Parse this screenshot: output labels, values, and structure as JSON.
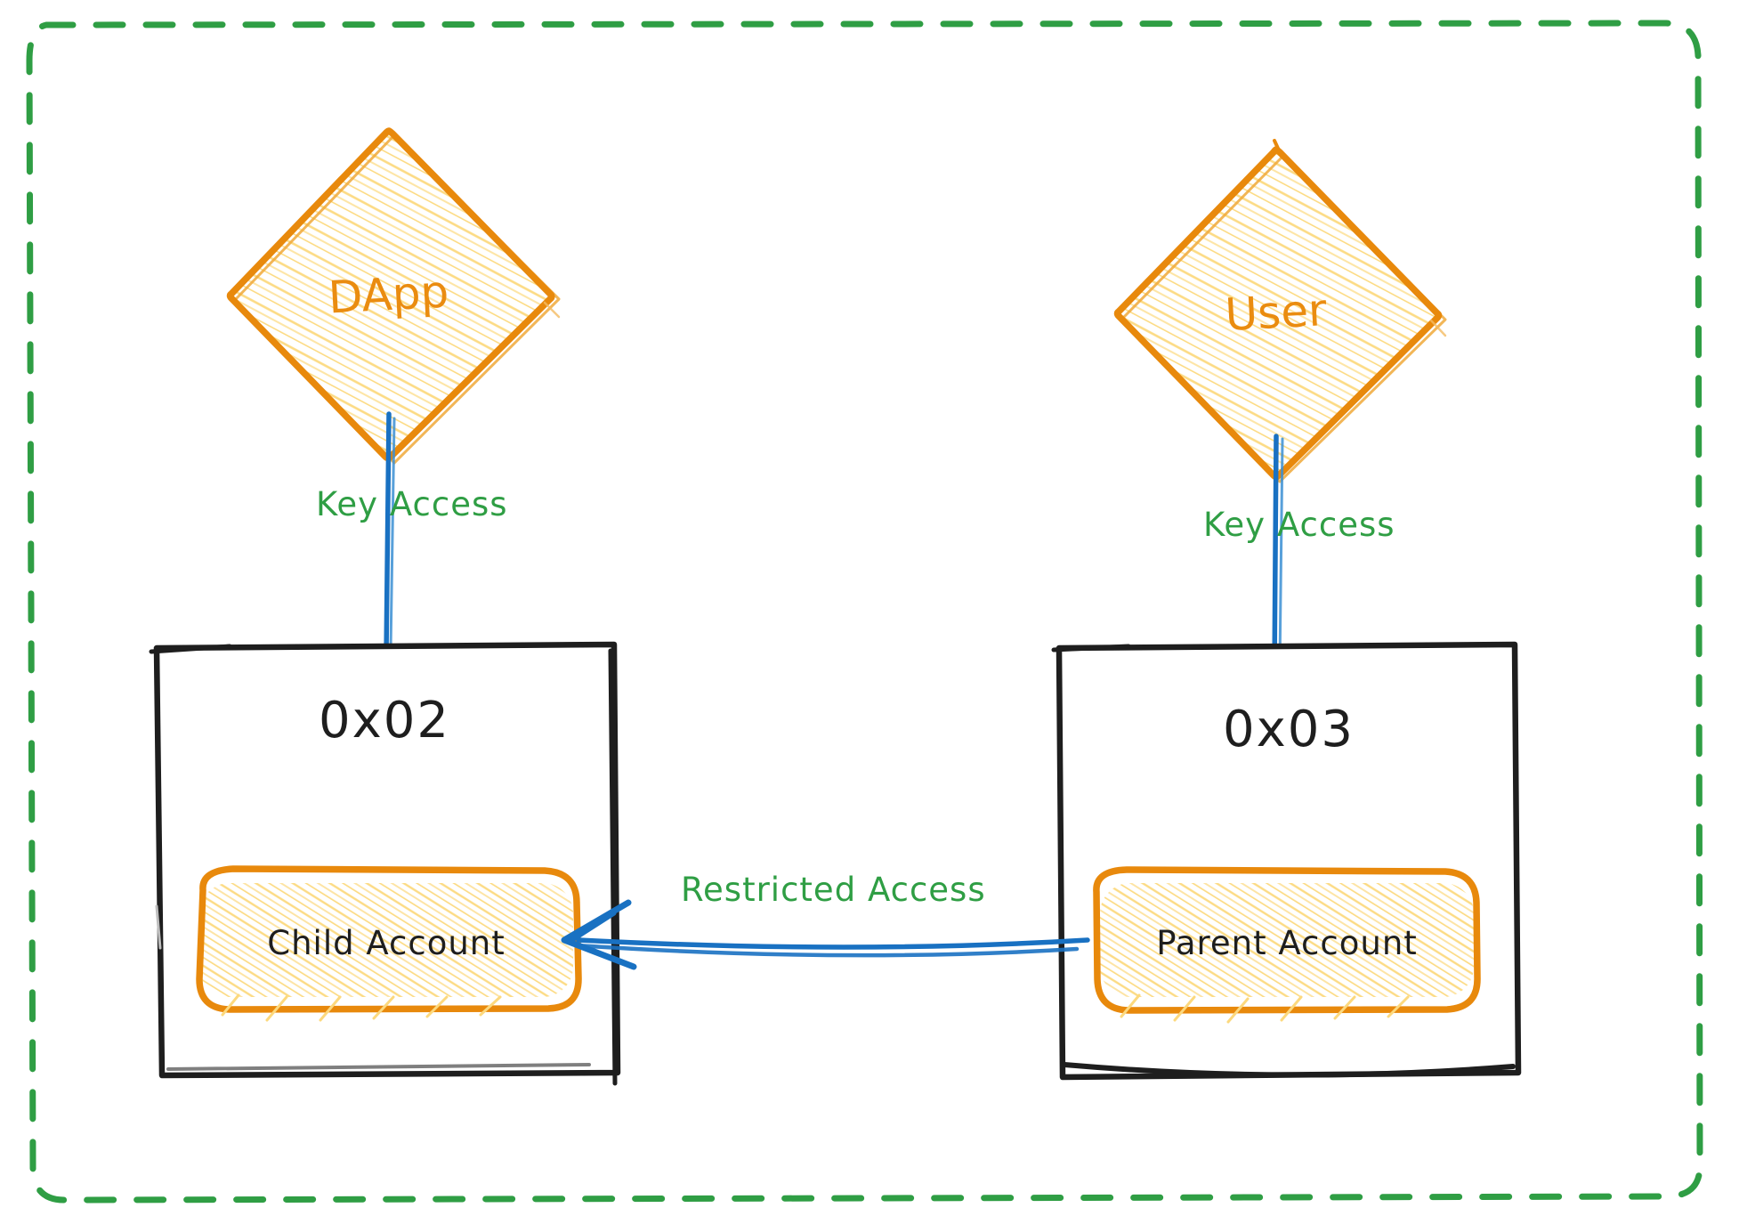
{
  "diagram": {
    "type": "hand-drawn-architecture-diagram",
    "title": "",
    "background_color": "#ffffff",
    "boundary": {
      "name": "outer-dashed-boundary",
      "style": "dashed-rounded-rectangle",
      "color": "#2f9e44"
    },
    "colors": {
      "orange_stroke": "#e8890c",
      "orange_text": "#ea8c10",
      "yellow_hatch": "#fcd97e",
      "green_label": "#2f9e44",
      "blue_arrow": "#1971c2",
      "black_stroke": "#1e1e1e"
    },
    "nodes": [
      {
        "id": "dapp",
        "label": "DApp",
        "shape": "diamond",
        "fill": "hatched-yellow",
        "stroke": "#e8890c",
        "text_color": "#ea8c10"
      },
      {
        "id": "user",
        "label": "User",
        "shape": "diamond",
        "fill": "hatched-yellow",
        "stroke": "#e8890c",
        "text_color": "#ea8c10"
      },
      {
        "id": "account-0x02",
        "label": "0x02",
        "shape": "rectangle",
        "fill": "none",
        "stroke": "#1e1e1e",
        "text_color": "#1e1e1e",
        "child": {
          "id": "child-account",
          "label": "Child Account",
          "shape": "rounded-rectangle",
          "fill": "hatched-yellow",
          "stroke": "#e8890c",
          "text_color": "#1e1e1e"
        }
      },
      {
        "id": "account-0x03",
        "label": "0x03",
        "shape": "rectangle",
        "fill": "none",
        "stroke": "#1e1e1e",
        "text_color": "#1e1e1e",
        "child": {
          "id": "parent-account",
          "label": "Parent Account",
          "shape": "rounded-rectangle",
          "fill": "hatched-yellow",
          "stroke": "#e8890c",
          "text_color": "#1e1e1e"
        }
      }
    ],
    "edges": [
      {
        "id": "dapp-to-0x02",
        "from": "dapp",
        "to": "account-0x02",
        "label": "Key Access",
        "label_color": "#2f9e44",
        "stroke": "#1971c2",
        "arrowhead": false,
        "direction": "down"
      },
      {
        "id": "user-to-0x03",
        "from": "user",
        "to": "account-0x03",
        "label": "Key Access",
        "label_color": "#2f9e44",
        "stroke": "#1971c2",
        "arrowhead": false,
        "direction": "down"
      },
      {
        "id": "parent-to-child",
        "from": "parent-account",
        "to": "child-account",
        "label": "Restricted Access",
        "label_color": "#2f9e44",
        "stroke": "#1971c2",
        "arrowhead": true,
        "direction": "right-to-left"
      }
    ]
  }
}
